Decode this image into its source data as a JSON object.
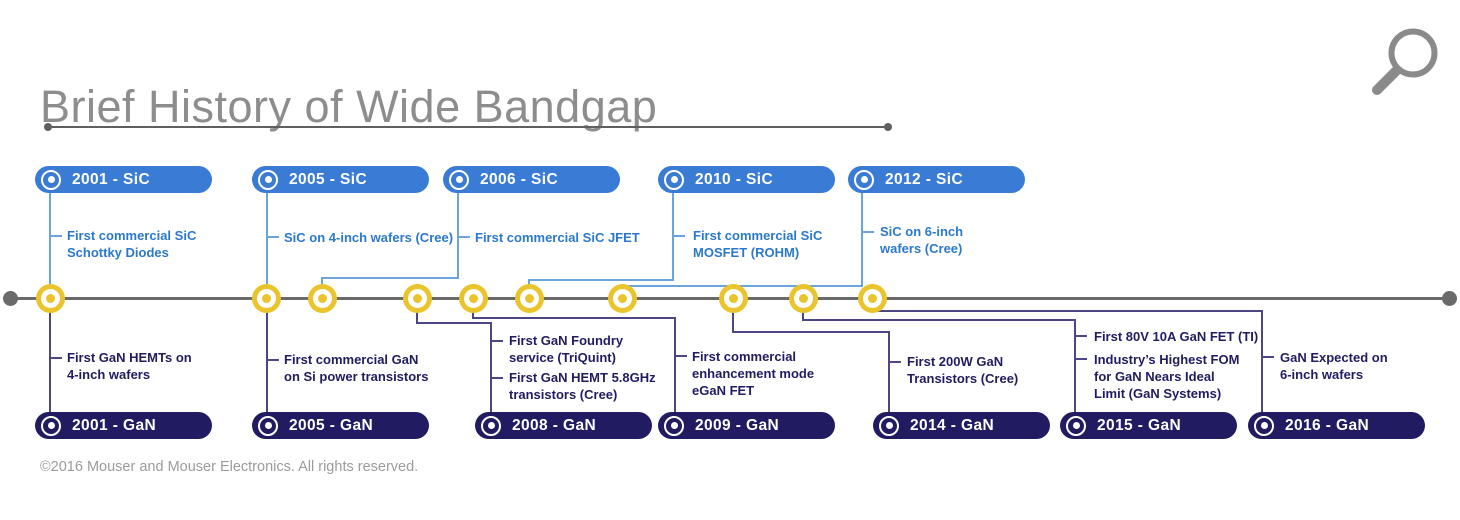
{
  "header": {
    "title": "Brief History of Wide Bandgap"
  },
  "footer": {
    "copyright": "©2016 Mouser and Mouser Electronics. All rights reserved."
  },
  "sic_events": [
    {
      "badge": "2001 - SiC",
      "descriptions": [
        "First commercial SiC\nSchottky Diodes"
      ]
    },
    {
      "badge": "2005 - SiC",
      "descriptions": [
        "SiC on 4-inch wafers (Cree)"
      ]
    },
    {
      "badge": "2006 - SiC",
      "descriptions": [
        "First commercial SiC JFET"
      ]
    },
    {
      "badge": "2010 - SiC",
      "descriptions": [
        "First commercial SiC\nMOSFET (ROHM)"
      ]
    },
    {
      "badge": "2012 - SiC",
      "descriptions": [
        "SiC on 6-inch\nwafers (Cree)"
      ]
    }
  ],
  "gan_events": [
    {
      "badge": "2001 - GaN",
      "descriptions": [
        "First GaN HEMTs on\n4-inch wafers"
      ]
    },
    {
      "badge": "2005 - GaN",
      "descriptions": [
        "First commercial GaN\non Si power transistors"
      ]
    },
    {
      "badge": "2008 - GaN",
      "descriptions": [
        "First GaN Foundry\nservice (TriQuint)",
        "First GaN HEMT 5.8GHz\ntransistors (Cree)"
      ]
    },
    {
      "badge": "2009 - GaN",
      "descriptions": [
        "First commercial\nenhancement mode\neGaN FET"
      ]
    },
    {
      "badge": "2014 - GaN",
      "descriptions": [
        "First 200W GaN\nTransistors (Cree)"
      ]
    },
    {
      "badge": "2015 - GaN",
      "descriptions": [
        "First 80V 10A GaN FET (TI)",
        "Industry’s Highest FOM\nfor GaN Nears Ideal\nLimit (GaN Systems)"
      ]
    },
    {
      "badge": "2016 - GaN",
      "descriptions": [
        "GaN Expected on\n6-inch wafers"
      ]
    }
  ],
  "colors": {
    "sic_badge": "#3a7cd5",
    "gan_badge": "#211c61",
    "sic_line": "#6ba3dc",
    "gan_line": "#4c4685",
    "sic_text": "#2b79cc",
    "gan_text": "#211c61",
    "marker_yellow": "#e9c42d",
    "timeline": "#6a6a6a",
    "rule": "#5f5f5f",
    "title_text": "#8d8d8d",
    "footer_text": "#9b9b9b",
    "icon_gray": "#8a8a8a"
  }
}
